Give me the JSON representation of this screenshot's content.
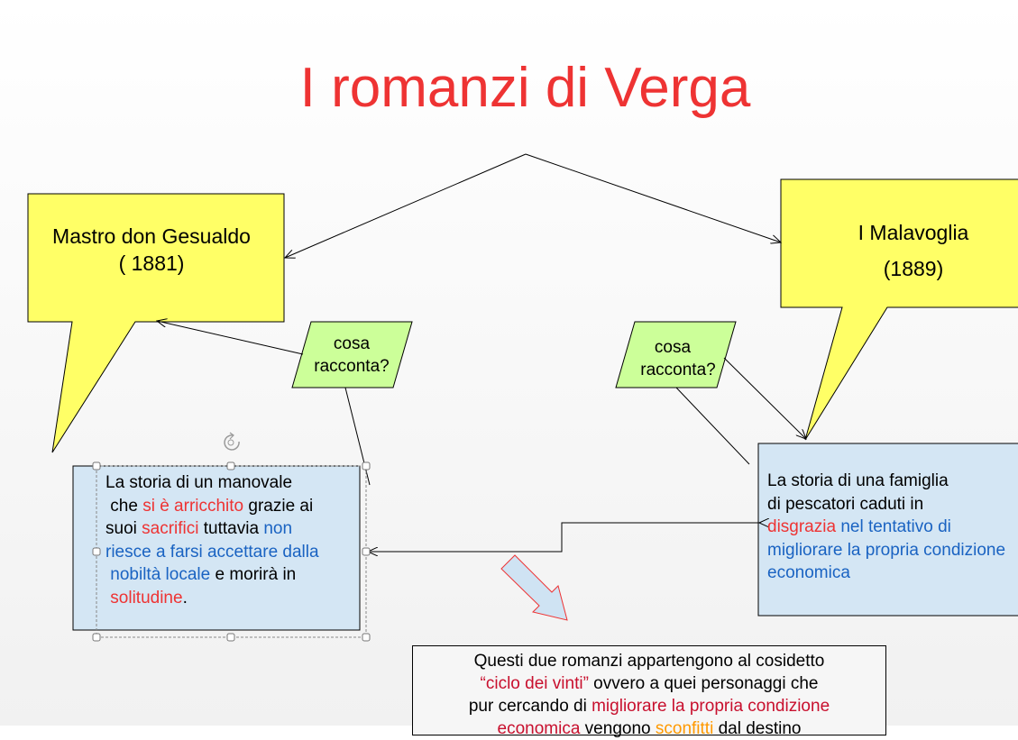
{
  "title": "I romanzi di Verga",
  "left_novel": {
    "name": "Mastro don Gesualdo",
    "year": "( 1881)"
  },
  "right_novel": {
    "name": "I Malavoglia",
    "year": "(1889)"
  },
  "question_left": {
    "line1": "cosa",
    "line2": "racconta?"
  },
  "question_right": {
    "line1": "cosa",
    "line2": "racconta?"
  },
  "left_plot": {
    "line1": "La storia di un manovale",
    "line2a": " che ",
    "line2b": "si è arricchito",
    "line2c": " grazie ai",
    "line3a": "suoi ",
    "line3b": "sacrifici",
    "line3c": " tuttavia ",
    "line3d": "non",
    "line4": "riesce a farsi accettare dalla",
    "line5a": " nobiltà locale",
    "line5b": " e morirà in",
    "line6a": " solitudine",
    "line6b": "."
  },
  "right_plot": {
    "line1": "La storia di una famiglia",
    "line2": "di pescatori caduti in",
    "line3a": "disgrazia",
    "line3b": " nel tentativo di",
    "line4": "migliorare la propria condizione",
    "line5": "economica"
  },
  "summary": {
    "line1": "Questi due romanzi appartengono al cosidetto",
    "line2a": "“ciclo dei vinti”",
    "line2b": " ovvero a quei personaggi che",
    "line3a": "pur cercando di ",
    "line3b": "migliorare la propria condizione",
    "line4a": "economica",
    "line4b": " vengono ",
    "line4c": "sconfitti",
    "line4d": " dal destino"
  },
  "colors": {
    "title": "#ee3333",
    "callout_fill": "#ffff66",
    "question_fill": "#ccff99",
    "plot_fill": "#d4e6f4",
    "highlight_red": "#ee3333",
    "highlight_blue": "#1a63c2"
  }
}
